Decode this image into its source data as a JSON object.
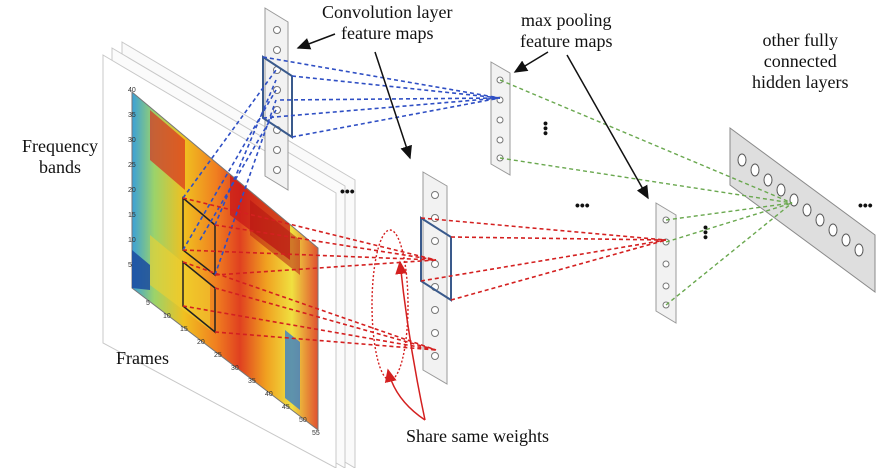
{
  "labels": {
    "conv_line1": "Convolution layer",
    "conv_line2": "feature maps",
    "pool_line1": "max pooling",
    "pool_line2": "feature maps",
    "fc_line1": "other fully",
    "fc_line2": "connected",
    "fc_line3": "hidden layers",
    "freq_line1": "Frequency",
    "freq_line2": "bands",
    "frames": "Frames",
    "share": "Share same weights"
  },
  "spectrogram": {
    "y_ticks": [
      "40",
      "35",
      "30",
      "25",
      "20",
      "15",
      "10",
      "5"
    ],
    "x_ticks": [
      "5",
      "10",
      "15",
      "20",
      "25",
      "30",
      "35",
      "40",
      "45",
      "50",
      "55"
    ]
  },
  "ellipsis": "•••",
  "colors": {
    "blue_lines": "#2f4fc4",
    "red_lines": "#d42020",
    "green_lines": "#6aa84f",
    "map_border": "#3a5a8c"
  }
}
